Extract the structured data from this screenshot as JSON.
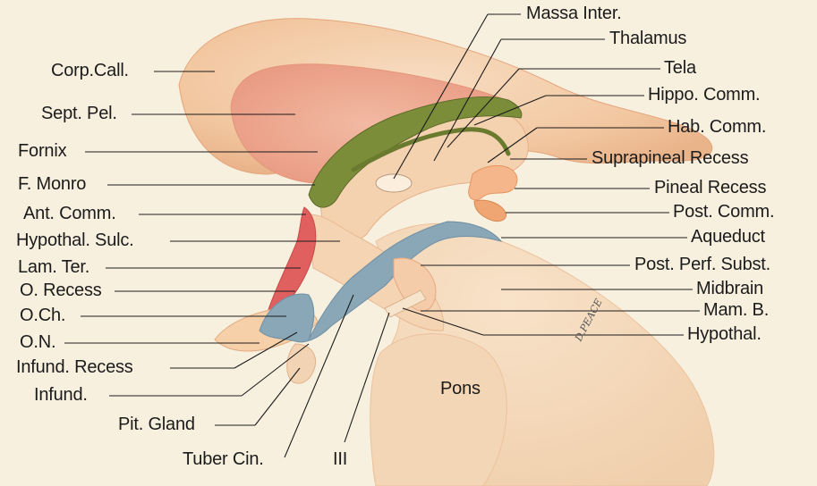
{
  "labels": {
    "massa_inter": "Massa Inter.",
    "thalamus": "Thalamus",
    "tela": "Tela",
    "hippo_comm": "Hippo. Comm.",
    "hab_comm": "Hab. Comm.",
    "suprapineal_recess": "Suprapineal Recess",
    "pineal_recess": "Pineal Recess",
    "post_comm": "Post. Comm.",
    "aqueduct": "Aqueduct",
    "post_perf_subst": "Post. Perf. Subst.",
    "midbrain": "Midbrain",
    "mam_b": "Mam. B.",
    "hypothal": "Hypothal.",
    "corp_call": "Corp.Call.",
    "sept_pel": "Sept. Pel.",
    "fornix": "Fornix",
    "f_monro": "F. Monro",
    "ant_comm": "Ant. Comm.",
    "hypothal_sulc": "Hypothal. Sulc.",
    "lam_ter": "Lam. Ter.",
    "o_recess": "O. Recess",
    "o_ch": "O.Ch.",
    "o_n": "O.N.",
    "infund_recess": "Infund. Recess",
    "infund": "Infund.",
    "pit_gland": "Pit. Gland",
    "tuber_cin": "Tuber Cin.",
    "iii": "III",
    "pons": "Pons"
  },
  "signature": "D.PEACE",
  "colors": {
    "background": "#f8f0df",
    "tissue": "#f3c9a2",
    "tissue_light": "#f6dcc0",
    "fornix_green": "#7c8d3a",
    "ventricle_blue": "#8aa7b8",
    "lamina_red": "#e06060",
    "lines": "#1b1b1b"
  }
}
